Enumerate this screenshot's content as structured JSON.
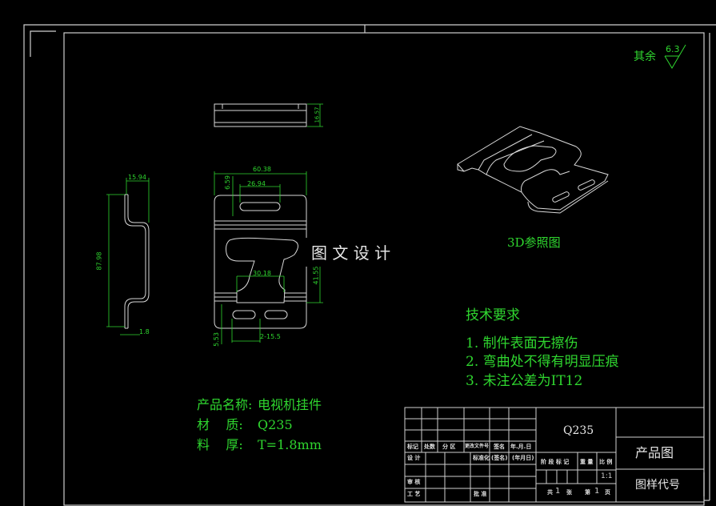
{
  "watermark": "图 文 设 计",
  "surface_finish": {
    "label": "其余",
    "roughness": "6.3"
  },
  "view_3d_label": "3D参照图",
  "technical_requirements": {
    "title": "技术要求",
    "items": [
      "1. 制件表面无擦伤",
      "2. 弯曲处不得有明显压痕",
      "3. 未注公差为IT12"
    ]
  },
  "product_info": {
    "name_label": "产品名称:",
    "name_value": "电视机挂件",
    "material_label": "材    质:",
    "material_value": "Q235",
    "thickness_label": "料    厚:",
    "thickness_value": "T=1.8mm"
  },
  "dimensions": {
    "side_width": "15.94",
    "side_height": "87.98",
    "side_thickness": "1.8",
    "top_thickness": "16.57",
    "front_width": "60.38",
    "front_slot_width": "26.94",
    "front_top_offset": "6.59",
    "front_mid_width": "30.18",
    "front_mid_height": "41.55",
    "front_slot_spacing": "2-15.5",
    "front_bottom_offset": "5.53"
  },
  "title_block": {
    "material": "Q235",
    "drawing_type": "产品图",
    "drawing_code_label": "图样代号",
    "headers": [
      "标记",
      "处数",
      "分 区",
      "更改文件号",
      "签名",
      "年.月.日"
    ],
    "row_design": [
      "设 计",
      "标准化",
      "(签名)",
      "(年月日)"
    ],
    "row_review": "审 核",
    "row_process": [
      "工 艺",
      "批 准"
    ],
    "stage_headers": [
      "阶 段 标 记",
      "重 量",
      "比 例"
    ],
    "scale": "1:1",
    "sheets": {
      "total_label": "共",
      "total": "1",
      "sheet_unit": "张",
      "current_label": "第",
      "current": "1",
      "page_unit": "页"
    }
  },
  "colors": {
    "background": "#000000",
    "line": "#d8d8d8",
    "annotation": "#2fd62f"
  }
}
